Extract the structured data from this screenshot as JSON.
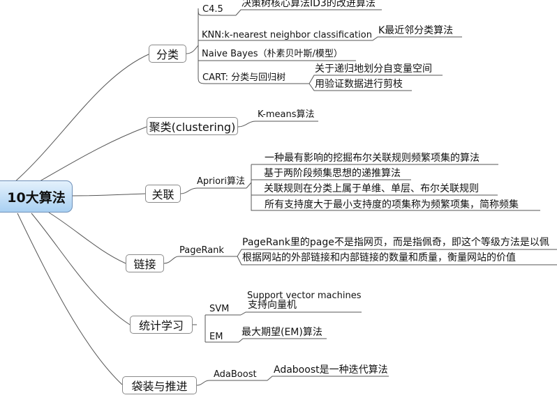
{
  "root": "10大算法",
  "branches": [
    {
      "label": "分类",
      "children": [
        {
          "label": "C4.5",
          "notes": [
            "决策树核心算法ID3的改进算法"
          ]
        },
        {
          "label": "KNN:k-nearest neighbor classification",
          "notes": [
            "K最近邻分类算法"
          ]
        },
        {
          "label": "Naive Bayes（朴素贝叶斯/模型）",
          "notes": []
        },
        {
          "label": "CART: 分类与回归树",
          "notes": [
            "关于递归地划分自变量空间",
            "用验证数据进行剪枝"
          ]
        }
      ]
    },
    {
      "label": "聚类(clustering)",
      "children": [
        {
          "label": "K-means算法",
          "notes": []
        }
      ]
    },
    {
      "label": "关联",
      "children": [
        {
          "label": "Apriori算法",
          "notes": [
            "一种最有影响的挖掘布尔关联规则频繁项集的算法",
            "基于两阶段频集思想的递推算法",
            "关联规则在分类上属于单维、单层、布尔关联规则",
            "所有支持度大于最小支持度的项集称为频繁项集，简称频集"
          ]
        }
      ]
    },
    {
      "label": "链接",
      "children": [
        {
          "label": "PageRank",
          "notes": [
            "PageRank里的page不是指网页，而是指佩奇，即这个等级方法是以佩",
            "根据网站的外部链接和内部链接的数量和质量，衡量网站的价值"
          ]
        }
      ]
    },
    {
      "label": "统计学习",
      "children": [
        {
          "label": "SVM",
          "notes": [
            "Support vector machines",
            "支持向量机"
          ]
        },
        {
          "label": "EM",
          "notes": [
            "最大期望(EM)算法"
          ]
        }
      ]
    },
    {
      "label": "袋装与推进",
      "children": [
        {
          "label": "AdaBoost",
          "notes": [
            "Adaboost是一种迭代算法"
          ]
        }
      ]
    }
  ]
}
